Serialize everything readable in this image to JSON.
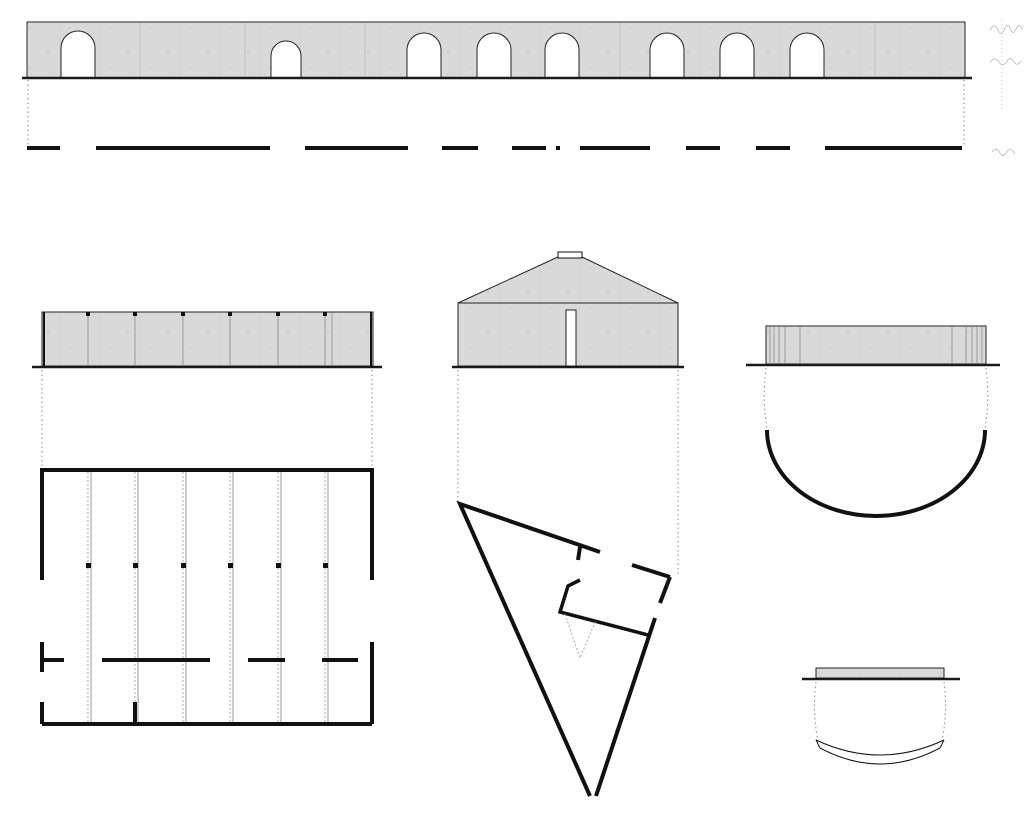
{
  "palette": {
    "concrete": "#d9d9d9",
    "line": "#111111",
    "projection": "#8a8a8a",
    "paper": "#ffffff"
  },
  "drawings": [
    "long-arched-wall",
    "gallery-grid-building",
    "triangular-pavilion",
    "semicircular-drum",
    "small-curved-bench"
  ]
}
